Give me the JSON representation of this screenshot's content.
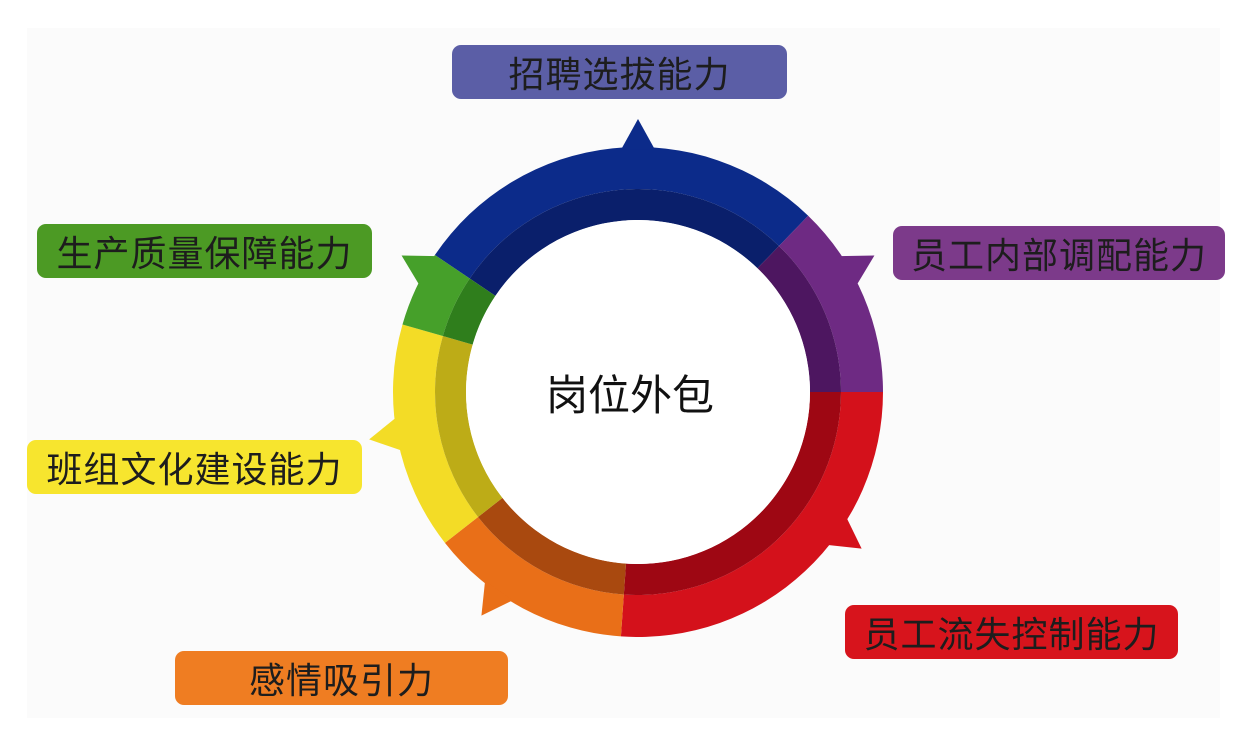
{
  "center": {
    "title": "岗位外包"
  },
  "segments": [
    {
      "key": "recruit",
      "label": "招聘选拔能力",
      "color": "#5b5ea6",
      "ring_color": "#0c2b8a",
      "inner_color": "#0a1f6b"
    },
    {
      "key": "transfer",
      "label": "员工内部调配能力",
      "color": "#7c3a8a",
      "ring_color": "#6e2a83",
      "inner_color": "#4d1660"
    },
    {
      "key": "retention",
      "label": "员工流失控制能力",
      "color": "#d7141c",
      "ring_color": "#d4111b",
      "inner_color": "#9e0713"
    },
    {
      "key": "emotion",
      "label": "感情吸引力",
      "color": "#ef7d22",
      "ring_color": "#e96f18",
      "inner_color": "#a9490f"
    },
    {
      "key": "culture",
      "label": "班组文化建设能力",
      "color": "#f7e52e",
      "ring_color": "#f3dc26",
      "inner_color": "#bdac17"
    },
    {
      "key": "quality",
      "label": "生产质量保障能力",
      "color": "#4c9a24",
      "ring_color": "#46a02a",
      "inner_color": "#2f7e1c"
    }
  ]
}
